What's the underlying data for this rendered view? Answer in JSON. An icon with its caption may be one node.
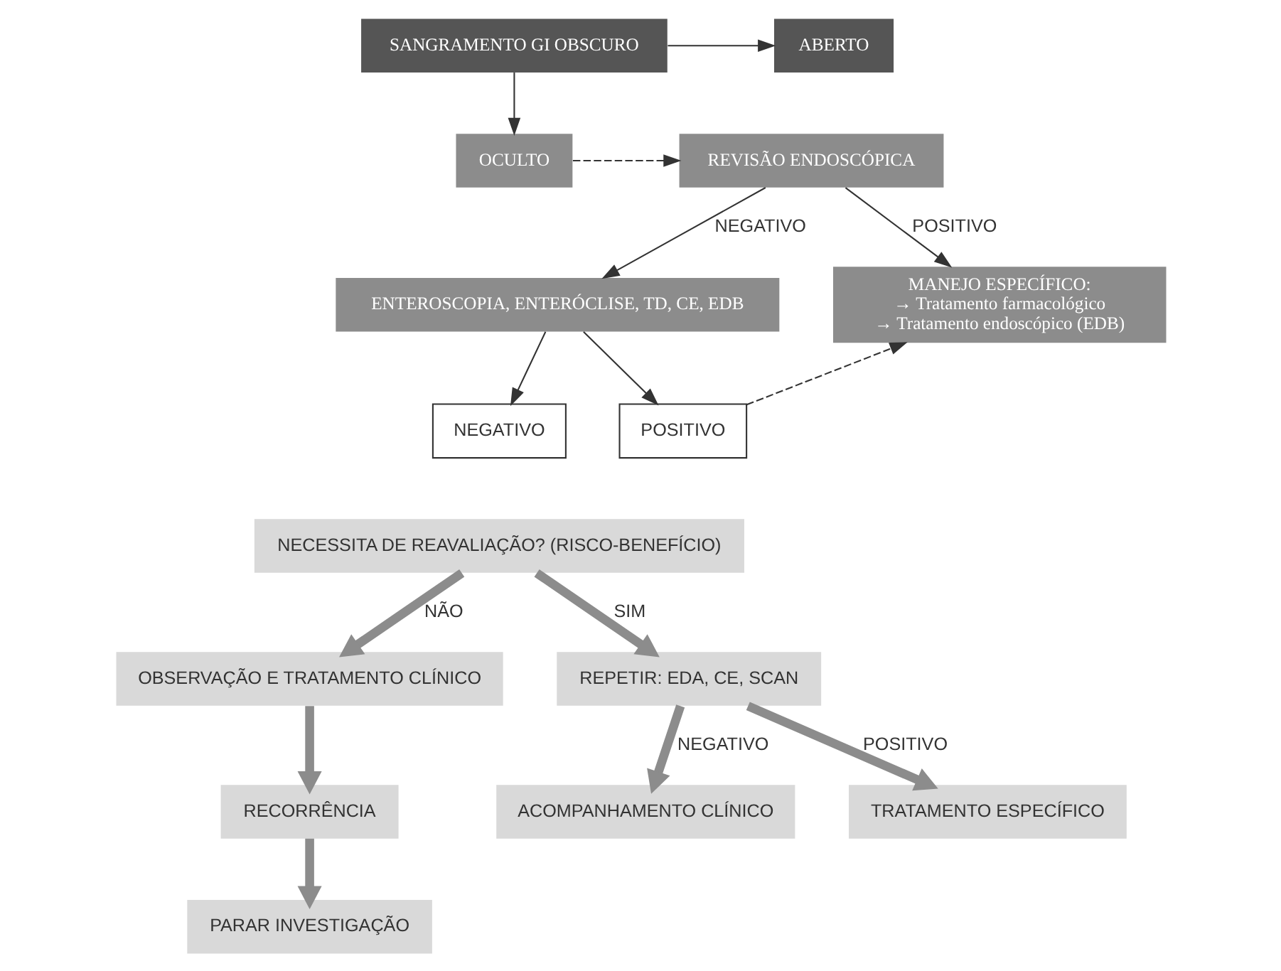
{
  "diagram": {
    "nodes": [
      {
        "text": [
          "SANGRAMENTO GI OBSCURO"
        ]
      },
      {
        "text": [
          "ABERTO"
        ]
      },
      {
        "text": [
          "OCULTO"
        ]
      },
      {
        "text": [
          "REVISÃO ENDOSCÓPICA"
        ]
      },
      {
        "text": [
          "ENTEROSCOPIA, ENTERÓCLISE, TD, CE, EDB"
        ]
      },
      {
        "text": [
          "MANEJO ESPECÍFICO:",
          "→ Tratamento farmacológico",
          "→ Tratamento endoscópico (EDB)"
        ]
      },
      {
        "text": [
          "NEGATIVO"
        ]
      },
      {
        "text": [
          "POSITIVO"
        ]
      },
      {
        "text": [
          "NECESSITA DE REAVALIAÇÃO? (RISCO-BENEFÍCIO)"
        ]
      },
      {
        "text": [
          "OBSERVAÇÃO E TRATAMENTO CLÍNICO"
        ]
      },
      {
        "text": [
          "REPETIR: EDA, CE, SCAN"
        ]
      },
      {
        "text": [
          "RECORRÊNCIA"
        ]
      },
      {
        "text": [
          "ACOMPANHAMENTO CLÍNICO"
        ]
      },
      {
        "text": [
          "TRATAMENTO ESPECÍFICO"
        ]
      },
      {
        "text": [
          "PARAR INVESTIGAÇÃO"
        ]
      }
    ],
    "edges": [
      {
        "from": 0,
        "to": 1,
        "arrow": "to"
      },
      {
        "from": 0,
        "to": 2,
        "arrow": "to"
      },
      {
        "from": 2,
        "to": 3,
        "arrow": "to",
        "style": "dashed"
      },
      {
        "from": 3,
        "to": 4,
        "arrow": "to",
        "label": "NEGATIVO"
      },
      {
        "from": 3,
        "to": 5,
        "arrow": "to",
        "label": "POSITIVO"
      },
      {
        "from": 4,
        "to": 6,
        "arrow": "to"
      },
      {
        "from": 4,
        "to": 7,
        "arrow": "to"
      },
      {
        "from": 7,
        "to": 5,
        "arrow": "to",
        "style": "dashed"
      },
      {
        "from": 8,
        "to": 9,
        "arrow": "to",
        "label": "NÃO",
        "style": "thick",
        "color": "#8c8c8c"
      },
      {
        "from": 8,
        "to": 10,
        "arrow": "to",
        "label": "SIM",
        "style": "thick",
        "color": "#8c8c8c"
      },
      {
        "from": 9,
        "to": 11,
        "arrow": "to",
        "style": "thick",
        "color": "#8c8c8c"
      },
      {
        "from": 10,
        "to": 12,
        "arrow": "to",
        "label": "NEGATIVO",
        "style": "thick",
        "color": "#8c8c8c"
      },
      {
        "from": 10,
        "to": 13,
        "arrow": "to",
        "label": "POSITIVO",
        "style": "thick",
        "color": "#8c8c8c"
      },
      {
        "from": 11,
        "to": 14,
        "arrow": "to",
        "style": "thick",
        "color": "#8c8c8c"
      }
    ]
  }
}
